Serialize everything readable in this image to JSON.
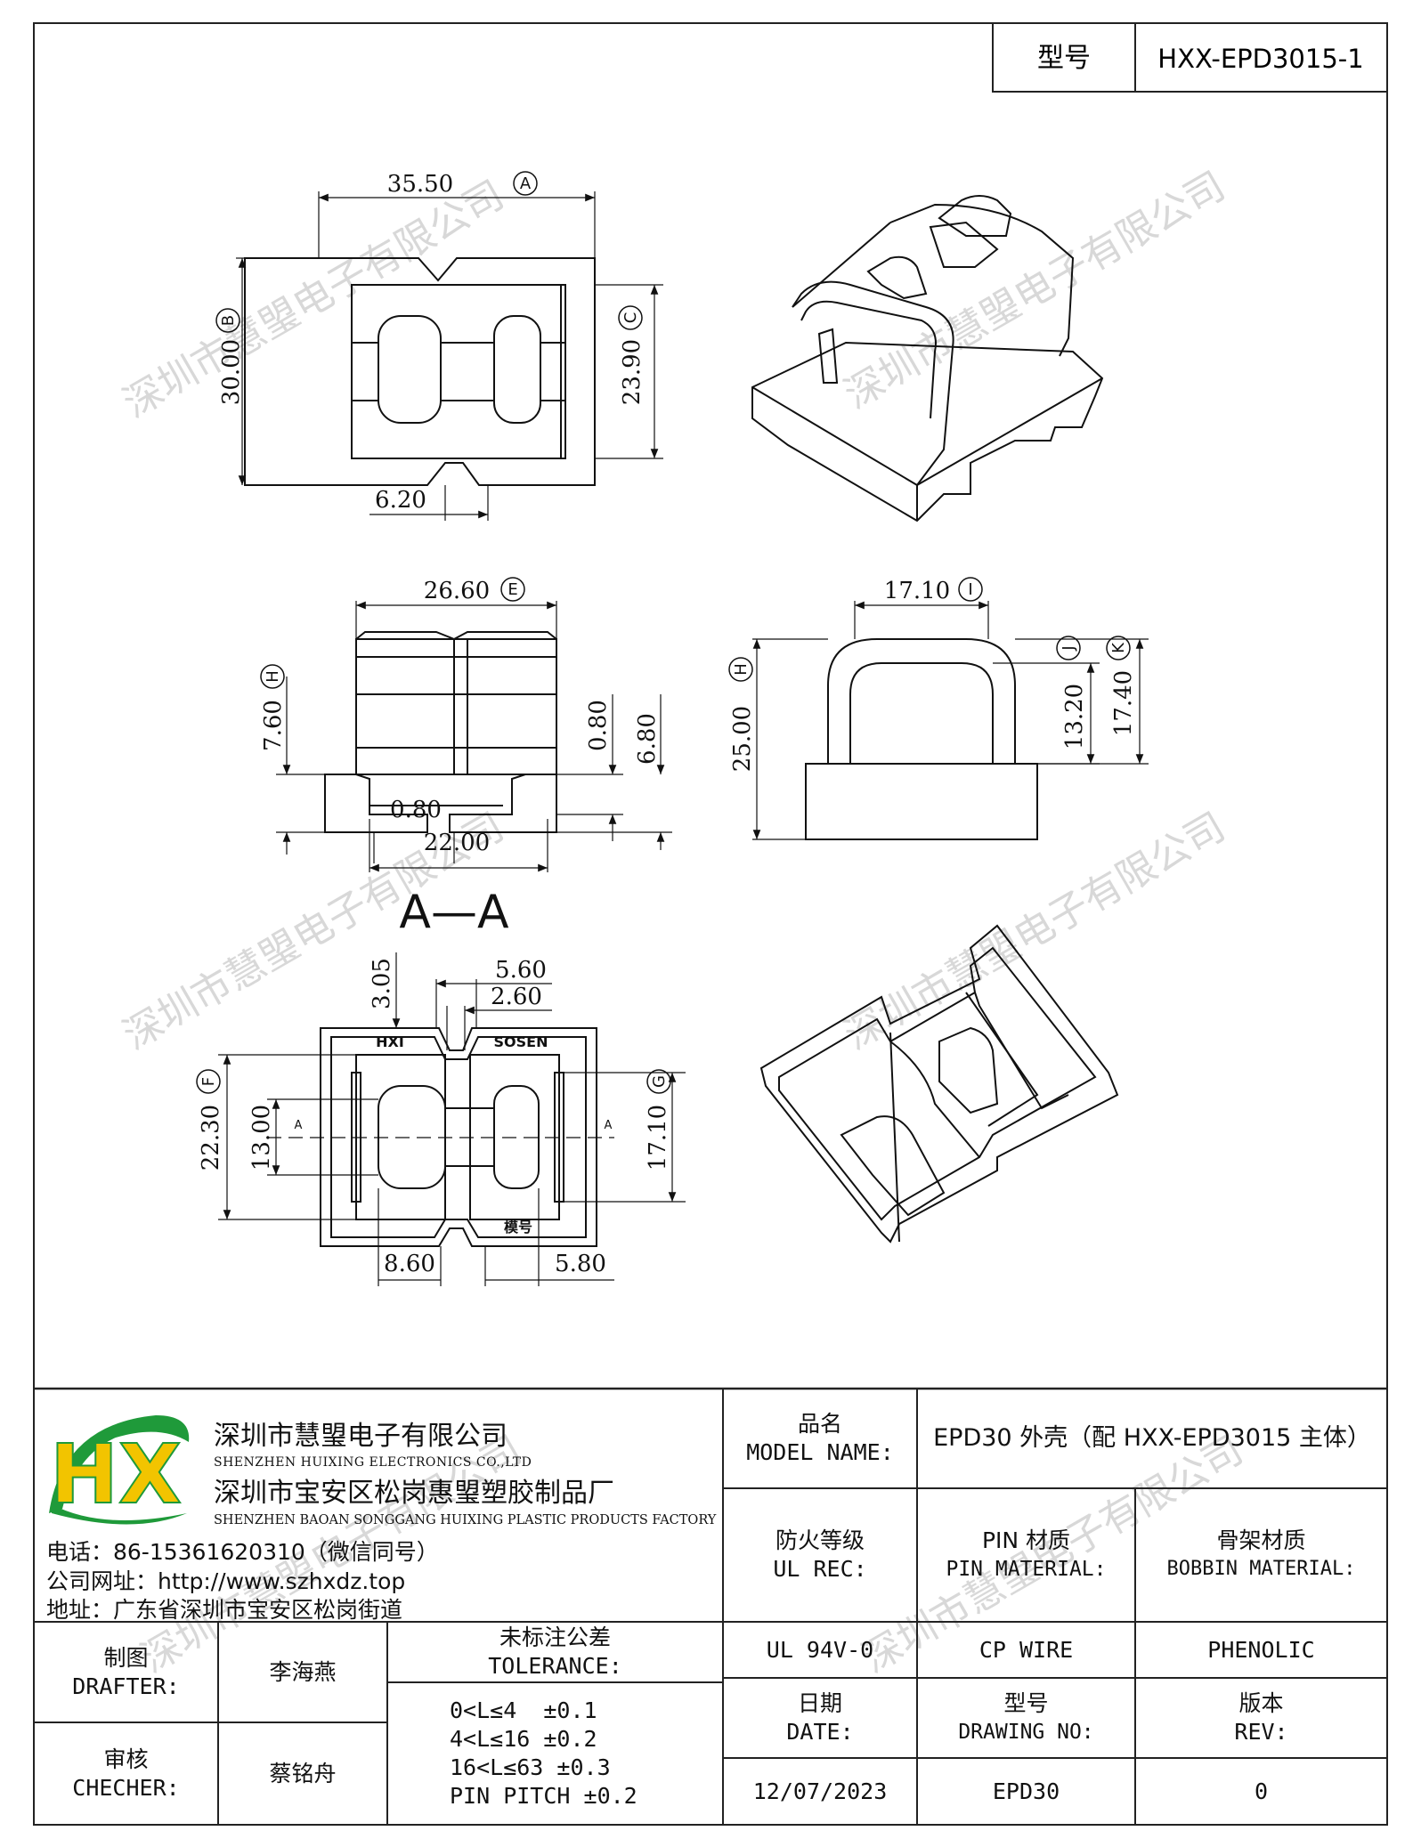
{
  "header": {
    "model_label": "型号",
    "model_value": "HXX-EPD3015-1"
  },
  "dimensions": {
    "top_view": {
      "width": "35.50",
      "height": "30.00",
      "inner_height": "23.90",
      "slot": "6.20",
      "callout_width": "A",
      "callout_height": "B",
      "callout_inner": "C"
    },
    "front_view": {
      "width": "26.60",
      "callout_width": "E",
      "height": "7.60",
      "callout_height": "H",
      "step": "0.80",
      "base_height": "6.80",
      "pin_thickness": "0.80",
      "base_width": "22.00"
    },
    "side_view": {
      "width": "17.10",
      "callout_width": "I",
      "height": "25.00",
      "callout_height": "H",
      "inner_height": "13.20",
      "outer_height": "17.40",
      "callout_inner": "J",
      "callout_outer": "K"
    },
    "section_view": {
      "title": "A—A",
      "notch_depth": "3.05",
      "notch_outer": "5.60",
      "notch_inner": "2.60",
      "height": "22.30",
      "callout_height": "F",
      "inner_height": "13.00",
      "right_height": "17.10",
      "callout_right": "G",
      "left_offset": "8.60",
      "right_offset": "5.80",
      "label_left": "HXI",
      "label_right": "SOSEN",
      "label_bottom": "模号",
      "section_mark": "A"
    }
  },
  "company": {
    "name_cn": "深圳市慧琞电子有限公司",
    "name_en": "SHENZHEN HUIXING ELECTRONICS CO.,LTD",
    "factory_cn": "深圳市宝安区松岗惠琞塑胶制品厂",
    "factory_en": "SHENZHEN BAOAN SONGGANG HUIXING PLASTIC PRODUCTS FACTORY",
    "phone": "电话：86-15361620310（微信同号）",
    "website": "公司网址：http://www.szhxdz.top",
    "address": "地址：广东省深圳市宝安区松岗街道",
    "logo": "HX",
    "colors": {
      "logo_green": "#1f9a3a",
      "logo_yellow": "#f2c400"
    }
  },
  "watermark": "深圳市慧琞电子有限公司",
  "title_block": {
    "model_name_label_cn": "品名",
    "model_name_label_en": "MODEL NAME:",
    "model_name_value": "EPD30 外壳（配 HXX-EPD3015 主体）",
    "ul_label_cn": "防火等级",
    "ul_label_en": "UL REC:",
    "pin_label_cn": "PIN 材质",
    "pin_label_en": "PIN MATERIAL:",
    "bobbin_label_cn": "骨架材质",
    "bobbin_label_en": "BOBBIN MATERIAL:",
    "ul_value": "UL 94V-0",
    "pin_value": "CP WIRE",
    "bobbin_value": "PHENOLIC",
    "drafter_label_cn": "制图",
    "drafter_label_en": "DRAFTER:",
    "drafter_value": "李海燕",
    "checker_label_cn": "审核",
    "checker_label_en": "CHECHER:",
    "checker_value": "蔡铭舟",
    "tolerance_label_cn": "未标注公差",
    "tolerance_label_en": "TOLERANCE:",
    "tolerances": [
      "0<L≤4  ±0.1",
      "4<L≤16 ±0.2",
      "16<L≤63 ±0.3",
      "PIN PITCH ±0.2"
    ],
    "date_label_cn": "日期",
    "date_label_en": "DATE:",
    "date_value": "12/07/2023",
    "drawing_label_cn": "型号",
    "drawing_label_en": "DRAWING NO:",
    "drawing_value": "EPD30",
    "rev_label_cn": "版本",
    "rev_label_en": "REV:",
    "rev_value": "0"
  }
}
